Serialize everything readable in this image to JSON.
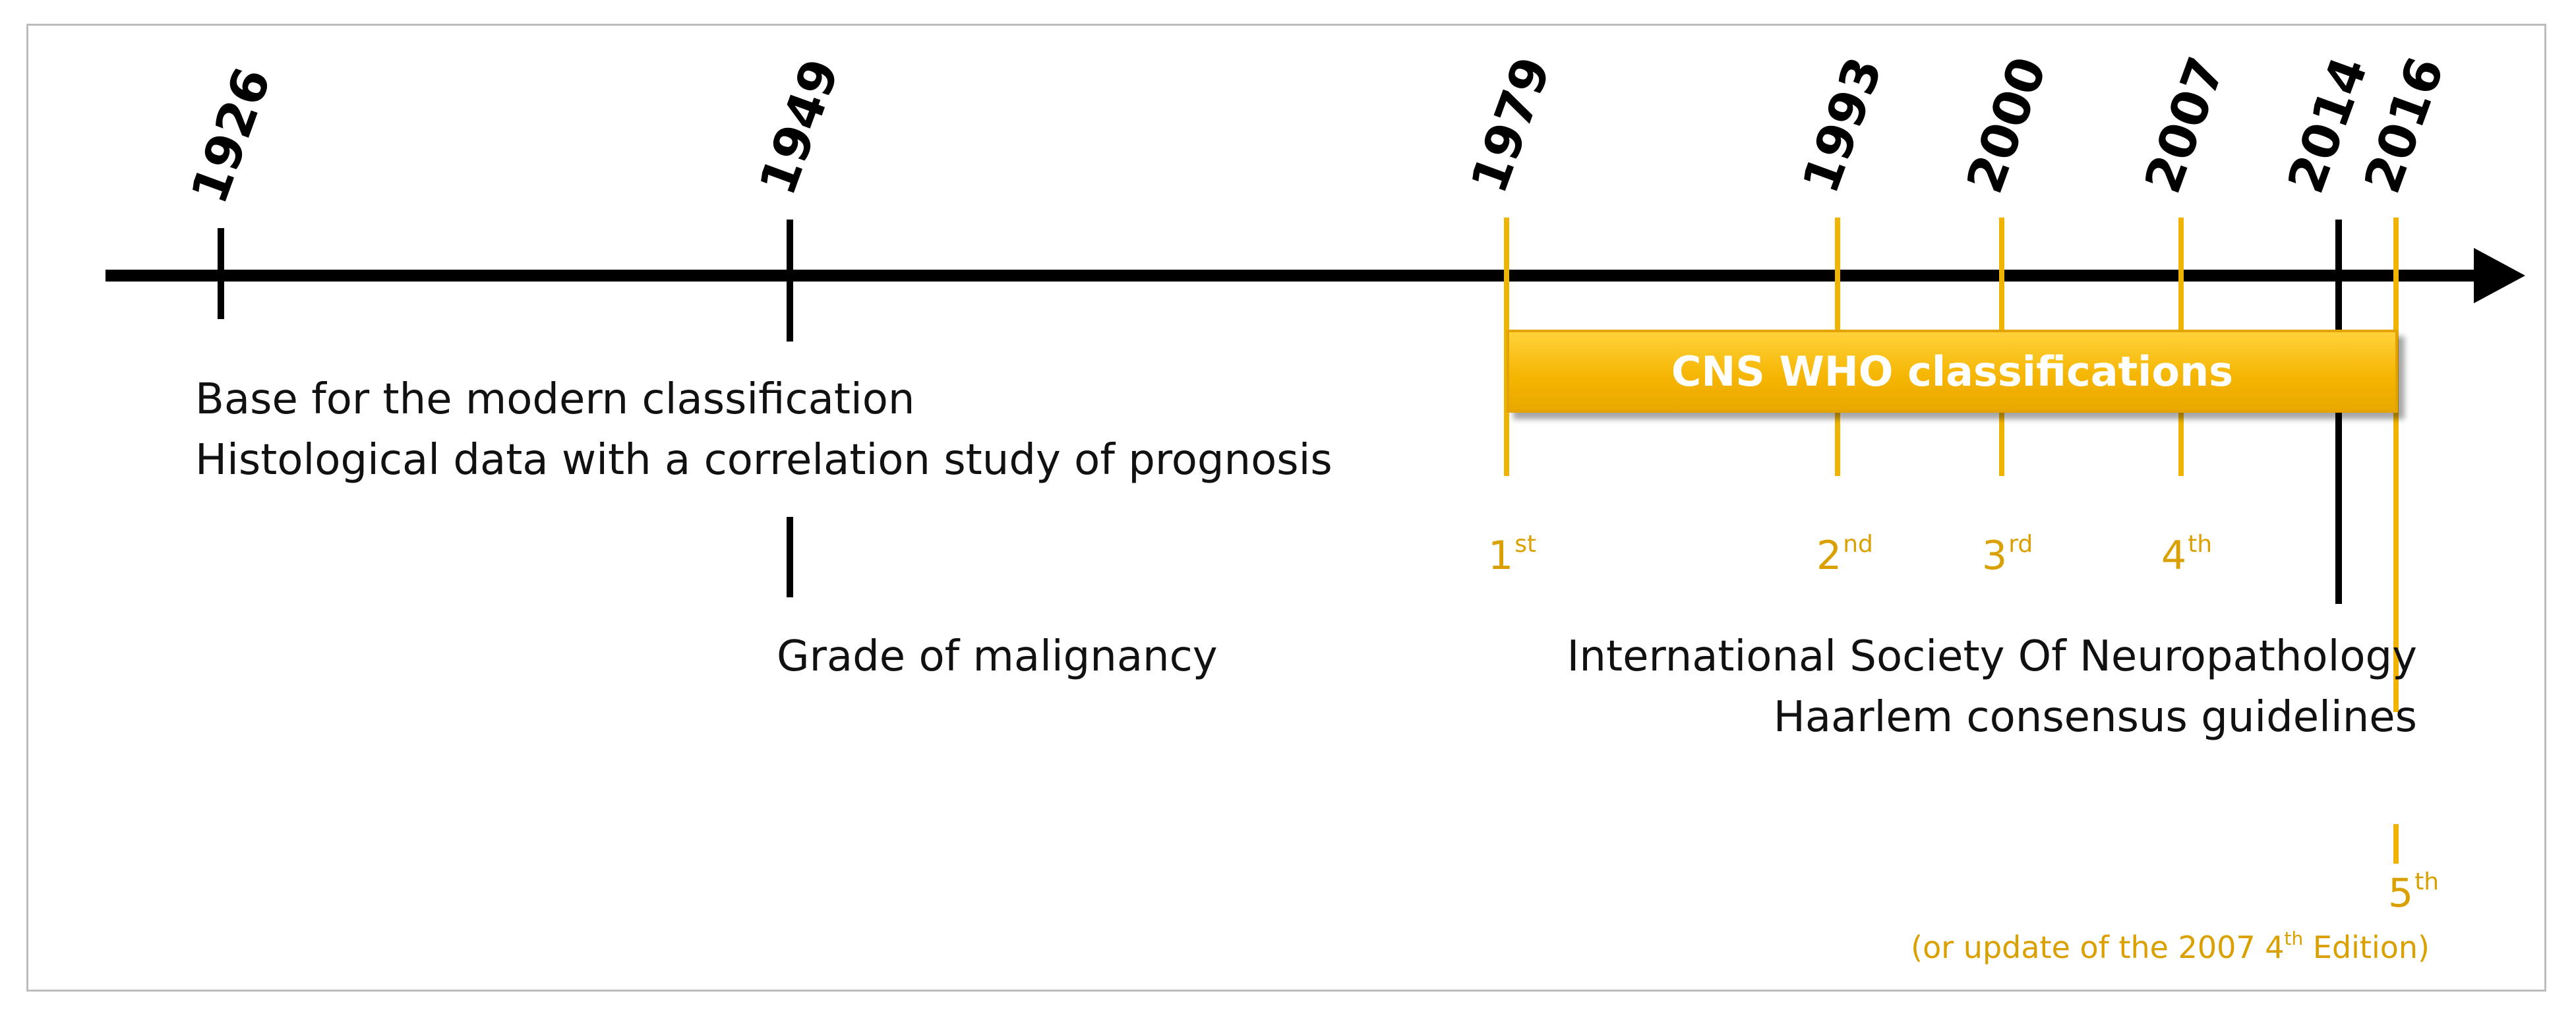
{
  "years": [
    "1926",
    "1949",
    "1979",
    "1993",
    "2000",
    "2007",
    "2014",
    "2016"
  ],
  "banner": {
    "label": "CNS WHO classifications"
  },
  "events": {
    "base_modern": "Base for the modern classification",
    "histological": "Histological data with a correlation study of prognosis",
    "grade": "Grade of malignancy",
    "isn": "International Society Of Neuropathology",
    "haarlem": "Haarlem consensus guidelines"
  },
  "editions": [
    {
      "num": "1",
      "suffix": "st"
    },
    {
      "num": "2",
      "suffix": "nd"
    },
    {
      "num": "3",
      "suffix": "rd"
    },
    {
      "num": "4",
      "suffix": "th"
    },
    {
      "num": "5",
      "suffix": "th"
    }
  ],
  "update_note": {
    "before": "(or update of the 2007 4",
    "sup": "th",
    "after": " Edition)"
  },
  "colors": {
    "axis": "#000000",
    "who": "#f0b400",
    "who_text": "#d9a000"
  }
}
